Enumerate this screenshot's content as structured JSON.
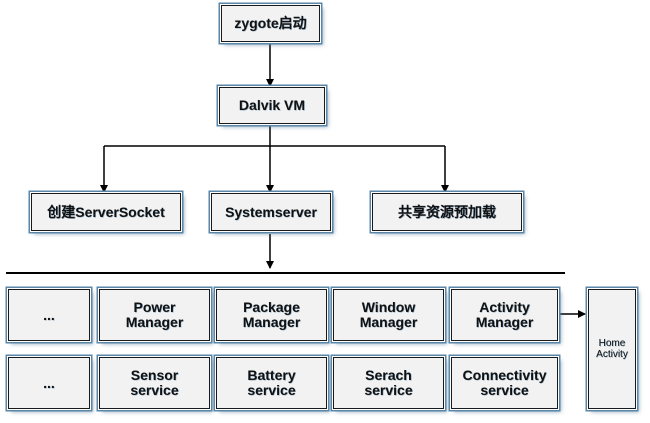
{
  "nodes": {
    "zygote": "zygote启动",
    "dalvik": "Dalvik VM",
    "server_socket": "创建ServerSocket",
    "systemserver": "Systemserver",
    "preload": "共享资源预加载",
    "home_activity": {
      "line1": "Home",
      "line2": "Activity"
    }
  },
  "services": {
    "row1": [
      {
        "line1": "...",
        "line2": ""
      },
      {
        "line1": "Power",
        "line2": "Manager"
      },
      {
        "line1": "Package",
        "line2": "Manager"
      },
      {
        "line1": "Window",
        "line2": "Manager"
      },
      {
        "line1": "Activity",
        "line2": "Manager"
      }
    ],
    "row2": [
      {
        "line1": "...",
        "line2": ""
      },
      {
        "line1": "Sensor",
        "line2": "service"
      },
      {
        "line1": "Battery",
        "line2": "service"
      },
      {
        "line1": "Serach",
        "line2": "service"
      },
      {
        "line1": "Connectivity",
        "line2": "service"
      }
    ]
  }
}
